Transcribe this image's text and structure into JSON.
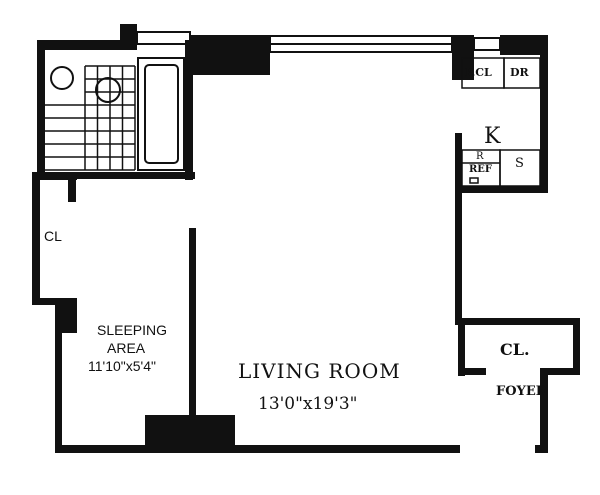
{
  "rooms": {
    "living_room": {
      "name": "LIVING ROOM",
      "size": "13'0\"x19'3\""
    },
    "sleeping_area": {
      "name_line1": "SLEEPING",
      "name_line2": "AREA",
      "size": "11'10\"x5'4\""
    },
    "closet_left": "CL",
    "closet_foyer": "CL.",
    "foyer": "FOYER",
    "kitchen": "K",
    "pantry_closet": "P.CL",
    "dr": "DR",
    "refrigerator_r": "R",
    "refrigerator": "REF",
    "sink": "S"
  },
  "colors": {
    "wall": "#111111",
    "background": "#ffffff"
  }
}
